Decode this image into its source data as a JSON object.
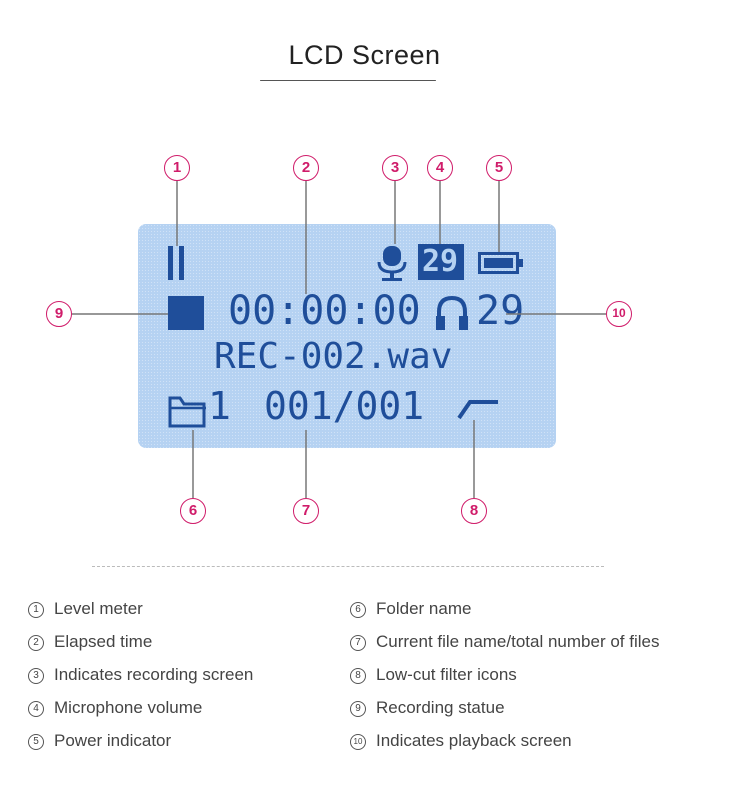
{
  "title": "LCD Screen",
  "screen": {
    "line2_time": "00:00:00",
    "line2_count": "29",
    "mic_volume": "29",
    "filename": "REC-002.wav",
    "folder": "1",
    "file_index": "001/001"
  },
  "callouts": [
    "1",
    "2",
    "3",
    "4",
    "5",
    "6",
    "7",
    "8",
    "9",
    "10"
  ],
  "legend": [
    {
      "num": "1",
      "text": "Level meter"
    },
    {
      "num": "2",
      "text": "Elapsed time"
    },
    {
      "num": "3",
      "text": "Indicates recording screen"
    },
    {
      "num": "4",
      "text": "Microphone volume"
    },
    {
      "num": "5",
      "text": "Power indicator"
    },
    {
      "num": "6",
      "text": "Folder name"
    },
    {
      "num": "7",
      "text": "Current file name/total number of files"
    },
    {
      "num": "8",
      "text": "Low-cut filter icons"
    },
    {
      "num": "9",
      "text": "Recording statue"
    },
    {
      "num": "10",
      "text": "Indicates playback screen"
    }
  ],
  "colors": {
    "accent": "#d01c6a",
    "lcd_bg": "#b5d2f2",
    "lcd_text": "#1f4e9a"
  }
}
